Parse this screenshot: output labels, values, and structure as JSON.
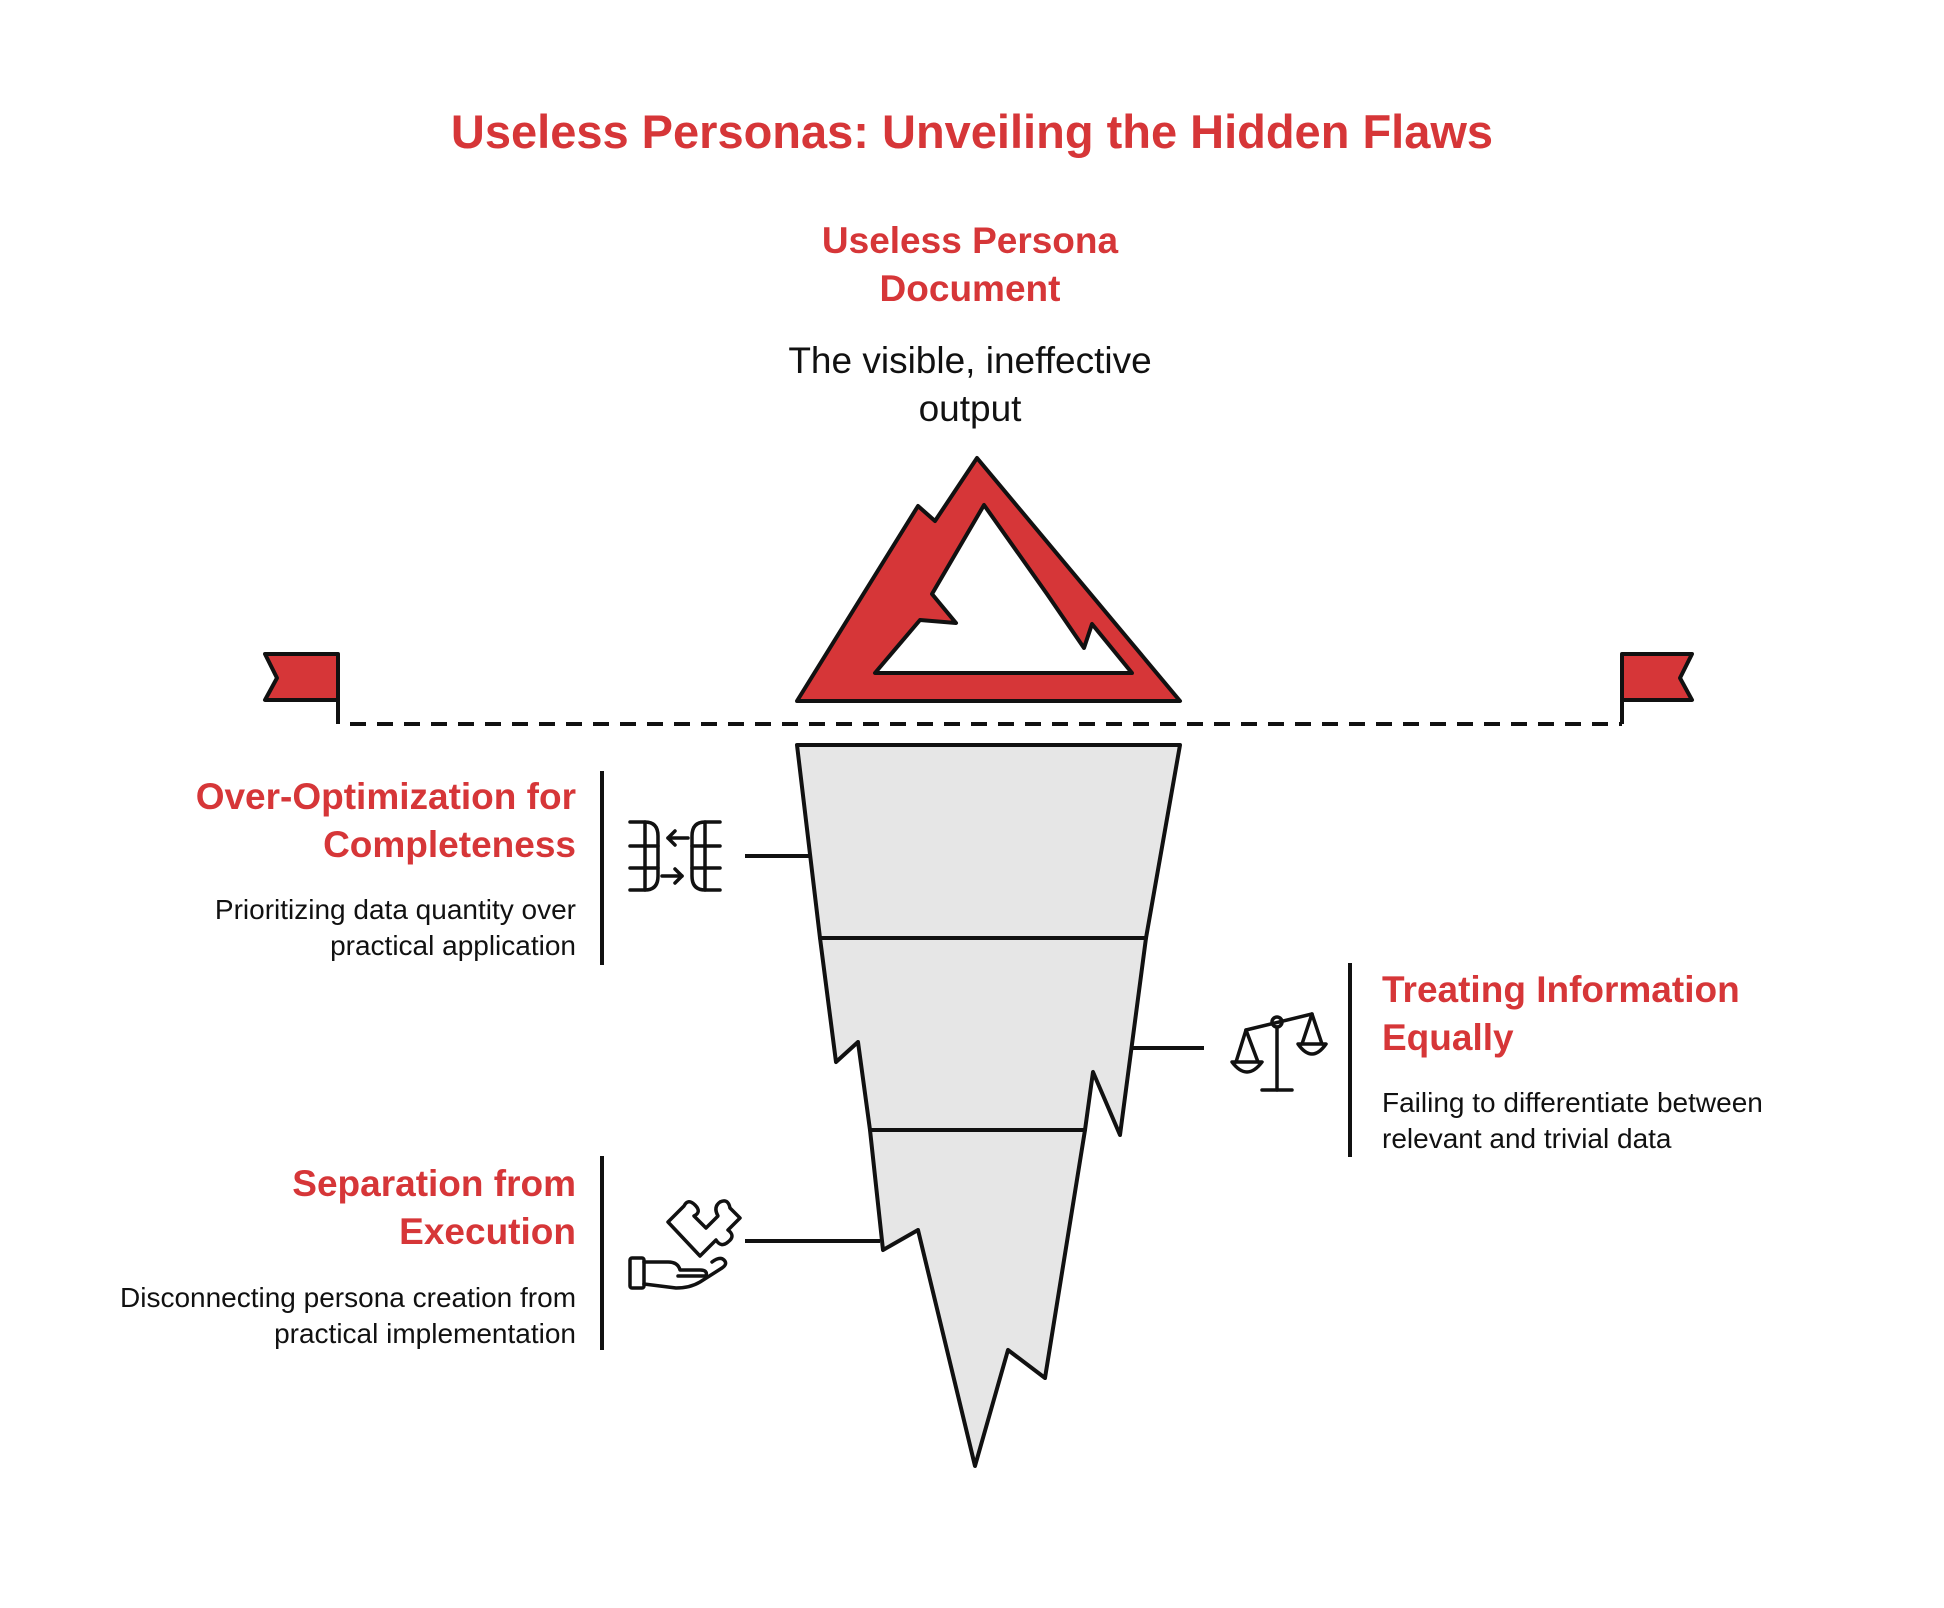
{
  "title": "Useless Personas: Unveiling the Hidden Flaws",
  "tip": {
    "heading": "Useless Persona Document",
    "description": "The visible, ineffective output",
    "icon": "mountain-peak-icon"
  },
  "layers": [
    {
      "heading": "Over-Optimization for Completeness",
      "description": "Prioritizing data quantity over practical application",
      "icon": "data-transfer-arrows-icon"
    },
    {
      "heading": "Treating Information Equally",
      "description": "Failing to differentiate between relevant and trivial data",
      "icon": "balance-scale-icon"
    },
    {
      "heading": "Separation from Execution",
      "description": "Disconnecting persona creation from practical implementation",
      "icon": "hand-puzzle-piece-icon"
    }
  ],
  "colors": {
    "accent": "#D63638",
    "ice": "#E6E6E6",
    "stroke": "#111111"
  }
}
